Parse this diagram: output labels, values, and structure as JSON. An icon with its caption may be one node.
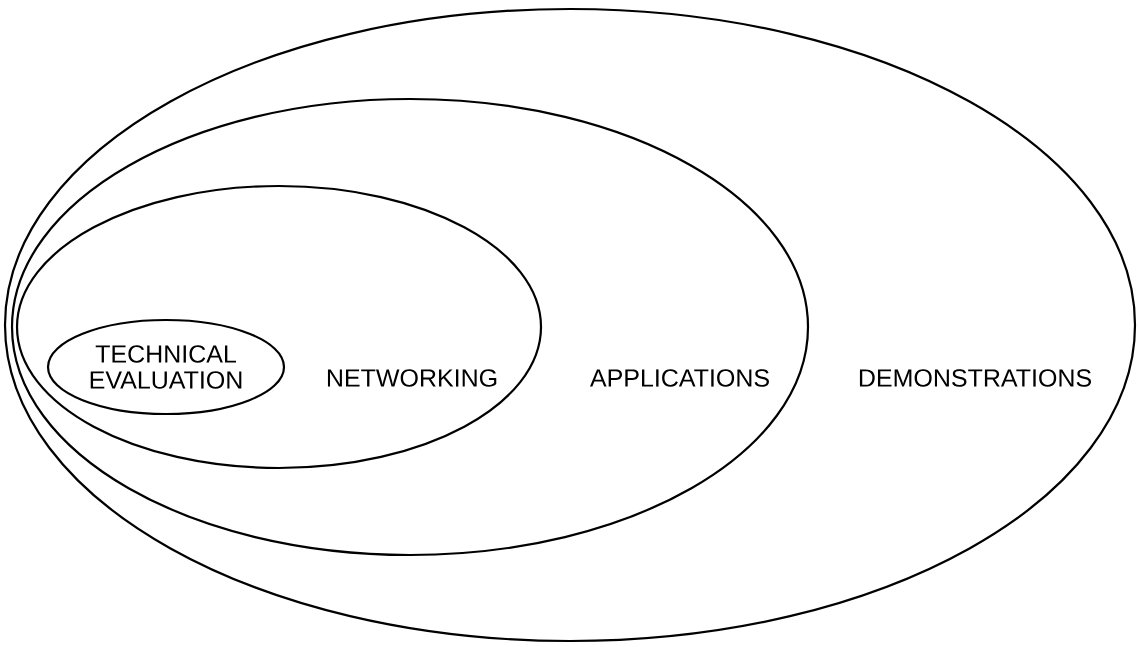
{
  "diagram": {
    "nodes": [
      {
        "text": [
          "DEMONSTRATIONS"
        ]
      },
      {
        "text": [
          "APPLICATIONS"
        ],
        "in": 0
      },
      {
        "text": [
          "NETWORKING"
        ],
        "in": 1
      },
      {
        "text": [
          "TECHNICAL EVALUATION"
        ],
        "in": 2
      }
    ]
  }
}
